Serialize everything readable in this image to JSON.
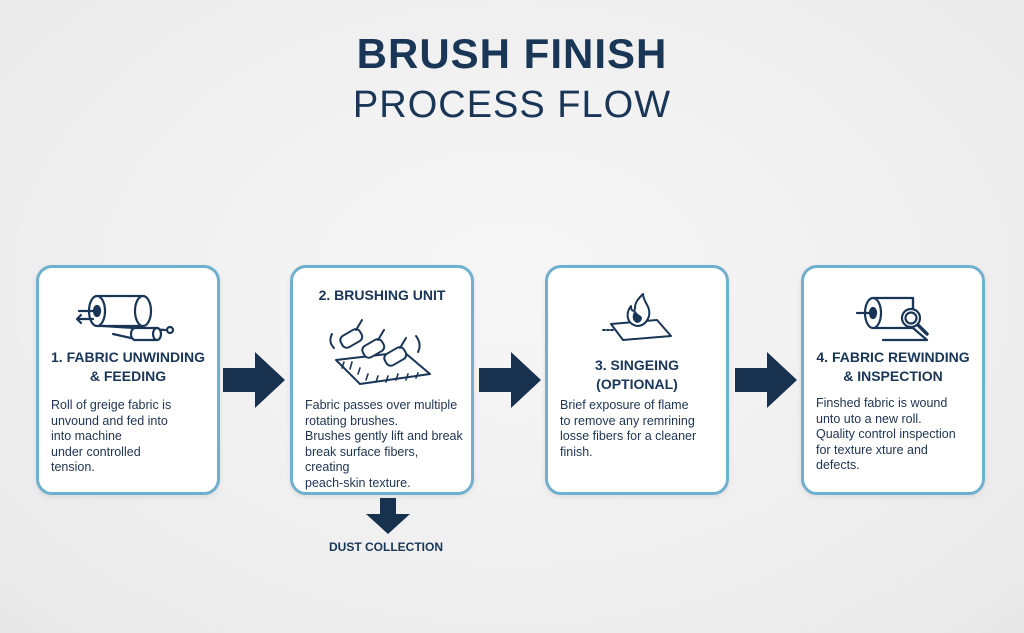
{
  "title": {
    "line1": "BRUSH FINISH",
    "line2": "PROCESS FLOW"
  },
  "steps": [
    {
      "title": "1. FABRIC UNWINDING\n& FEEDING",
      "description": "Roll of greige fabric is\nunvound and fed into\ninto machine\nunder controlled\ntension.",
      "icon": "fabric-roll-icon"
    },
    {
      "title": "2. BRUSHING UNIT",
      "description": "Fabric passes over multiple\nrotating brushes.\nBrushes gently lift and break\nbreak surface fibers, creating\npeach-skin texture.",
      "icon": "rotating-brushes-icon"
    },
    {
      "title": "3. SINGEING\n(OPTIONAL)",
      "description": "Brief exposure of flame\nto remove any remrining\nlosse fibers for a cleaner\nfinish.",
      "icon": "flame-icon"
    },
    {
      "title": "4. FABRIC REWINDING\n& INSPECTION",
      "description": "Finshed fabric is wound\nunto uto a new roll.\nQuality control inspection\nfor texture xture and\ndefects.",
      "icon": "roll-magnifier-icon"
    }
  ],
  "dust_collection": {
    "label": "DUST COLLECTION"
  },
  "colors": {
    "navy": "#1a3657",
    "card_border": "#6fb0cf",
    "background": "#efefef"
  }
}
